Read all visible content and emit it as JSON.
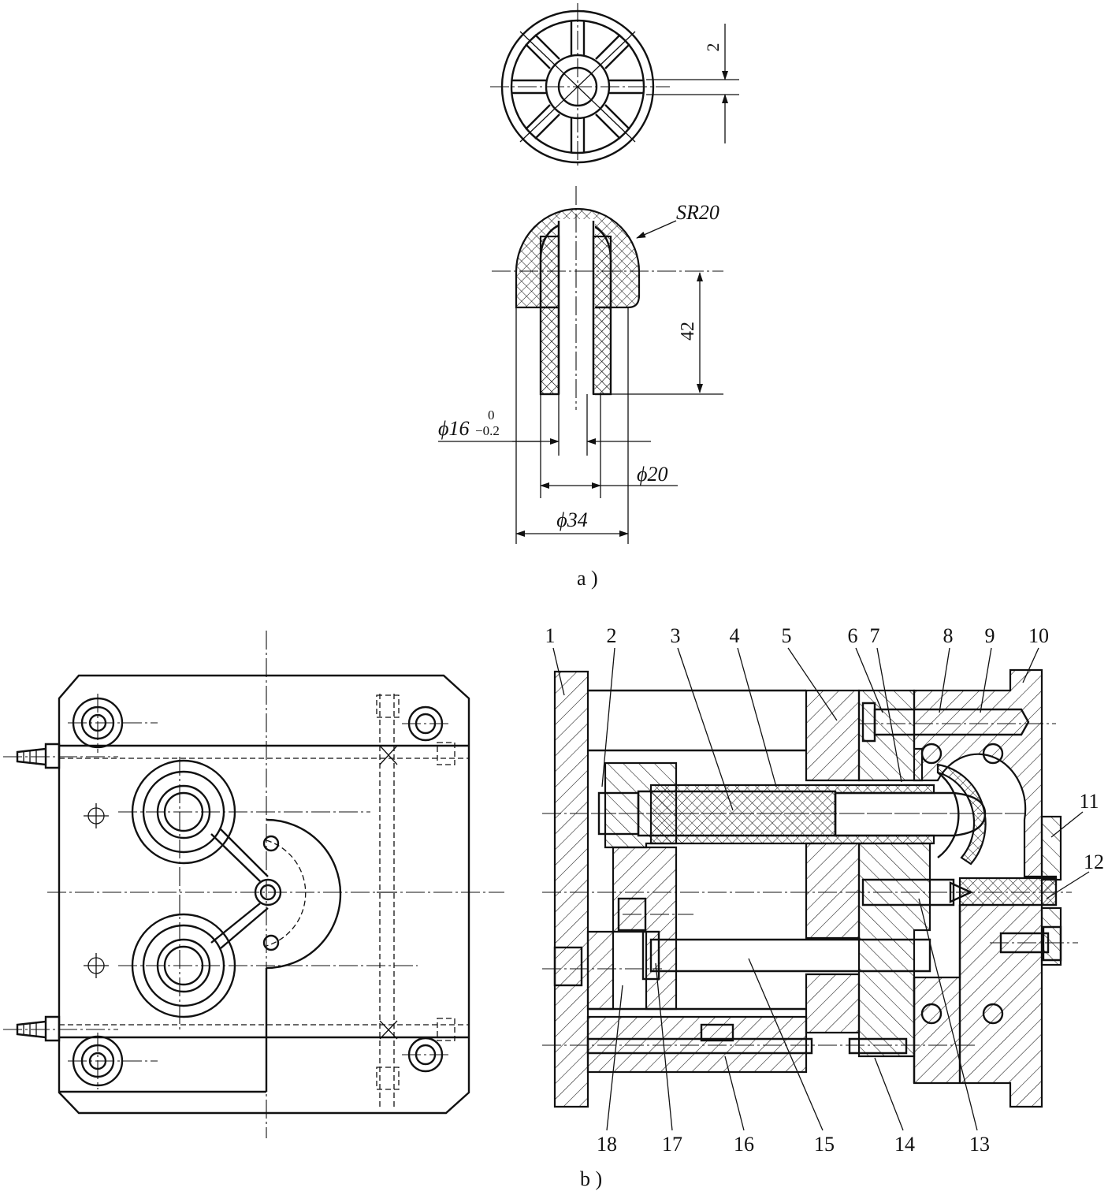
{
  "figure_a": {
    "caption": "a )",
    "dim_rib": "2",
    "dim_sphere": "SR20",
    "dim_height": "42",
    "dim_hole": "ϕ16",
    "dim_hole_tol_upper": "0",
    "dim_hole_tol_lower": "−0.2",
    "dim_inner": "ϕ20",
    "dim_outer": "ϕ34"
  },
  "figure_b": {
    "caption": "b )",
    "part_numbers_top": [
      "1",
      "2",
      "3",
      "4",
      "5",
      "6",
      "7",
      "8",
      "9",
      "10"
    ],
    "part_numbers_right": [
      "11",
      "12"
    ],
    "part_numbers_bottom": [
      "18",
      "17",
      "16",
      "15",
      "14",
      "13"
    ]
  }
}
